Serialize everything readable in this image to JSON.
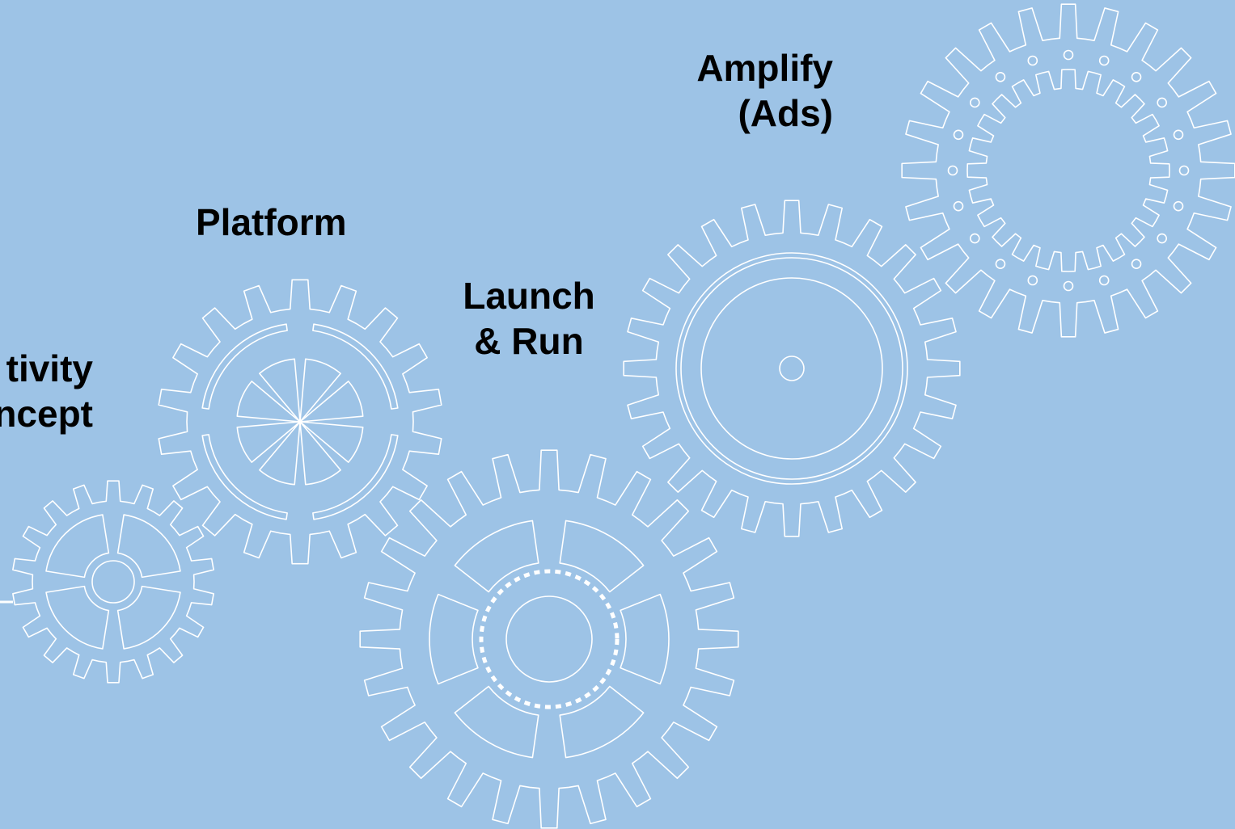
{
  "colors": {
    "background": "#9dc3e6",
    "gear_stroke": "#ffffff",
    "label_text": "#000000"
  },
  "labels": {
    "creativity": {
      "line1": "tivity",
      "line2": "ncept"
    },
    "platform": {
      "line1": "Platform"
    },
    "launch": {
      "line1": "Launch",
      "line2": "& Run"
    },
    "amplify": {
      "line1": "Amplify",
      "line2": "(Ads)"
    }
  },
  "gears": [
    {
      "name": "creativity-gear",
      "teeth": 18,
      "style": "cross-spokes"
    },
    {
      "name": "platform-gear",
      "teeth": 18,
      "style": "wheel-spokes"
    },
    {
      "name": "launch-gear",
      "teeth": 24,
      "style": "windows-dashed-ring"
    },
    {
      "name": "amplify-gear",
      "teeth": 24,
      "style": "double-ring-hub"
    },
    {
      "name": "ads-gear",
      "teeth": 24,
      "style": "inner-teeth-holes"
    }
  ]
}
